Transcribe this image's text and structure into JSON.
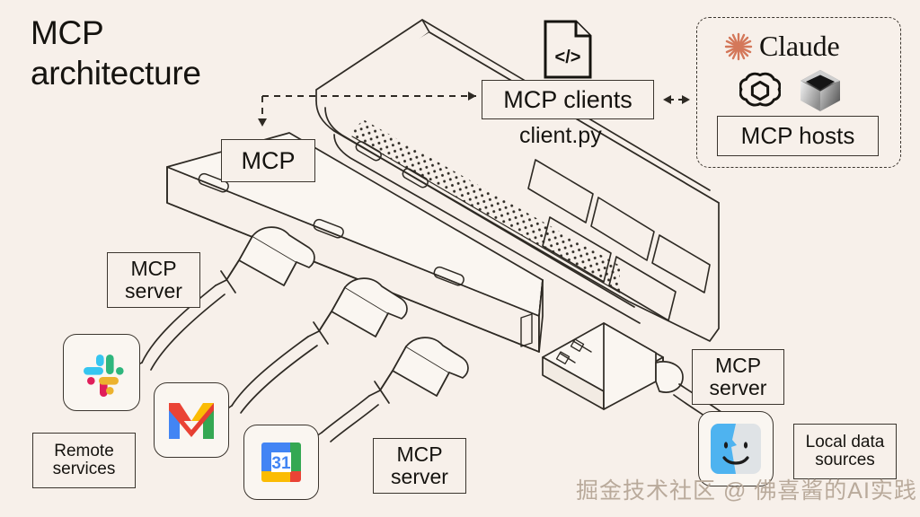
{
  "page": {
    "title_line1": "MCP",
    "title_line2": "architecture",
    "title": "MCP\narchitecture",
    "background_color": "#f7f0ea",
    "ink_color": "#15130f",
    "line_color": "#3b352e"
  },
  "labels": {
    "mcp": "MCP",
    "mcp_clients": "MCP clients",
    "client_py": "client.py",
    "mcp_hosts": "MCP hosts",
    "mcp_server_left": {
      "line1": "MCP",
      "line2": "server"
    },
    "mcp_server_center": {
      "line1": "MCP",
      "line2": "server"
    },
    "mcp_server_right": {
      "line1": "MCP",
      "line2": "server"
    },
    "remote_services": {
      "line1": "Remote",
      "line2": "services"
    },
    "local_data_sources": {
      "line1": "Local data",
      "line2": "sources"
    }
  },
  "hosts_group": {
    "claude_wordmark": "Claude",
    "claude_burst_color": "#d4785a",
    "logos": [
      "claude-logo",
      "openai-logo",
      "cursor-logo"
    ],
    "border_style": "dashed"
  },
  "icons": {
    "code_file": "code-file-icon",
    "code_file_glyph": "</>",
    "slack": "slack-icon",
    "gmail": "gmail-icon",
    "google_calendar": "google-calendar-icon",
    "calendar_day": "31",
    "finder": "finder-icon",
    "openai": "openai-icon",
    "cursor": "cursor-cube-icon"
  },
  "colors": {
    "slack_blue": "#36c5f0",
    "slack_green": "#2eb67d",
    "slack_red": "#e01e5a",
    "slack_yellow": "#ecb22e",
    "gmail_red": "#ea4335",
    "gmail_blue": "#4285f4",
    "gmail_green": "#34a853",
    "gmail_yellow": "#fbbc04",
    "calendar_blue": "#4285f4",
    "calendar_green": "#34a853",
    "calendar_yellow": "#fbbc04",
    "calendar_red": "#ea4335",
    "finder_blue": "#4eb3f0",
    "finder_gray": "#dfe3e6"
  },
  "illustration": {
    "description": "isometric line art of an open laptop, a USB-C hub bar with port slots, four cables with connectors, and a USB-A plug",
    "parts": [
      "laptop",
      "usb-hub",
      "usb-c-cable",
      "usb-a-connector",
      "speaker-grille"
    ]
  },
  "arrows": {
    "laptop_to_clients": "dashed arrow pointing right",
    "clients_to_mcp": "dashed arrow turning down to MCP",
    "clients_to_hosts": "dashed bidirectional arrow"
  },
  "watermark": "掘金技术社区 @ 佛喜酱的AI实践"
}
